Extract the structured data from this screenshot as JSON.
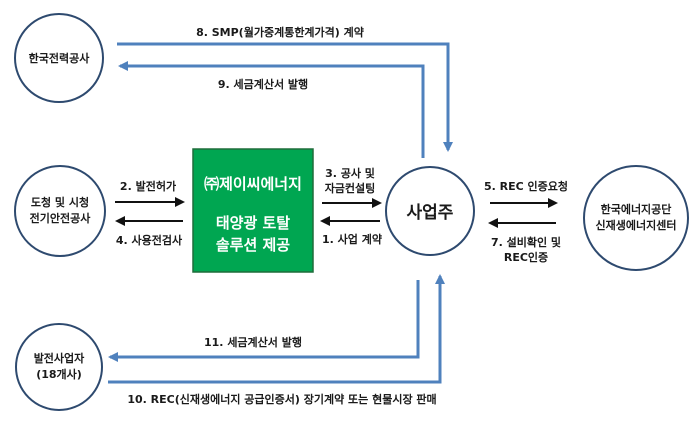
{
  "nodes": {
    "kepco": "한국전력공사",
    "province_line1": "도청 및 시청",
    "province_line2": "전기안전공사",
    "company_name": "㈜제이씨에너지",
    "company_desc1": "태양광 토탈",
    "company_desc2": "솔루션 제공",
    "operator": "사업주",
    "energy_agency_line1": "한국에너지공단",
    "energy_agency_line2": "신재생에너지센터",
    "generators_line1": "발전사업자",
    "generators_line2": "(18개사)"
  },
  "flows": {
    "f8": "8. SMP(월가중계통한계가격) 계약",
    "f9": "9. 세금계산서 발행",
    "f2": "2. 발전허가",
    "f4": "4. 사용전검사",
    "f3_line1": "3. 공사 및",
    "f3_line2": "자금컨설팅",
    "f1": "1. 사업 계약",
    "f5": "5. REC 인증요청",
    "f7_line1": "7. 설비확인 및",
    "f7_line2": "REC인증",
    "f11": "11. 세금계산서 발행",
    "f10": "10. REC(신재생에너지 공급인증서) 장기계약 또는 현물시장 판매"
  },
  "colors": {
    "arrow_blue": "#4f81bd",
    "company_green": "#00a651",
    "node_border": "#2e4a6f"
  }
}
